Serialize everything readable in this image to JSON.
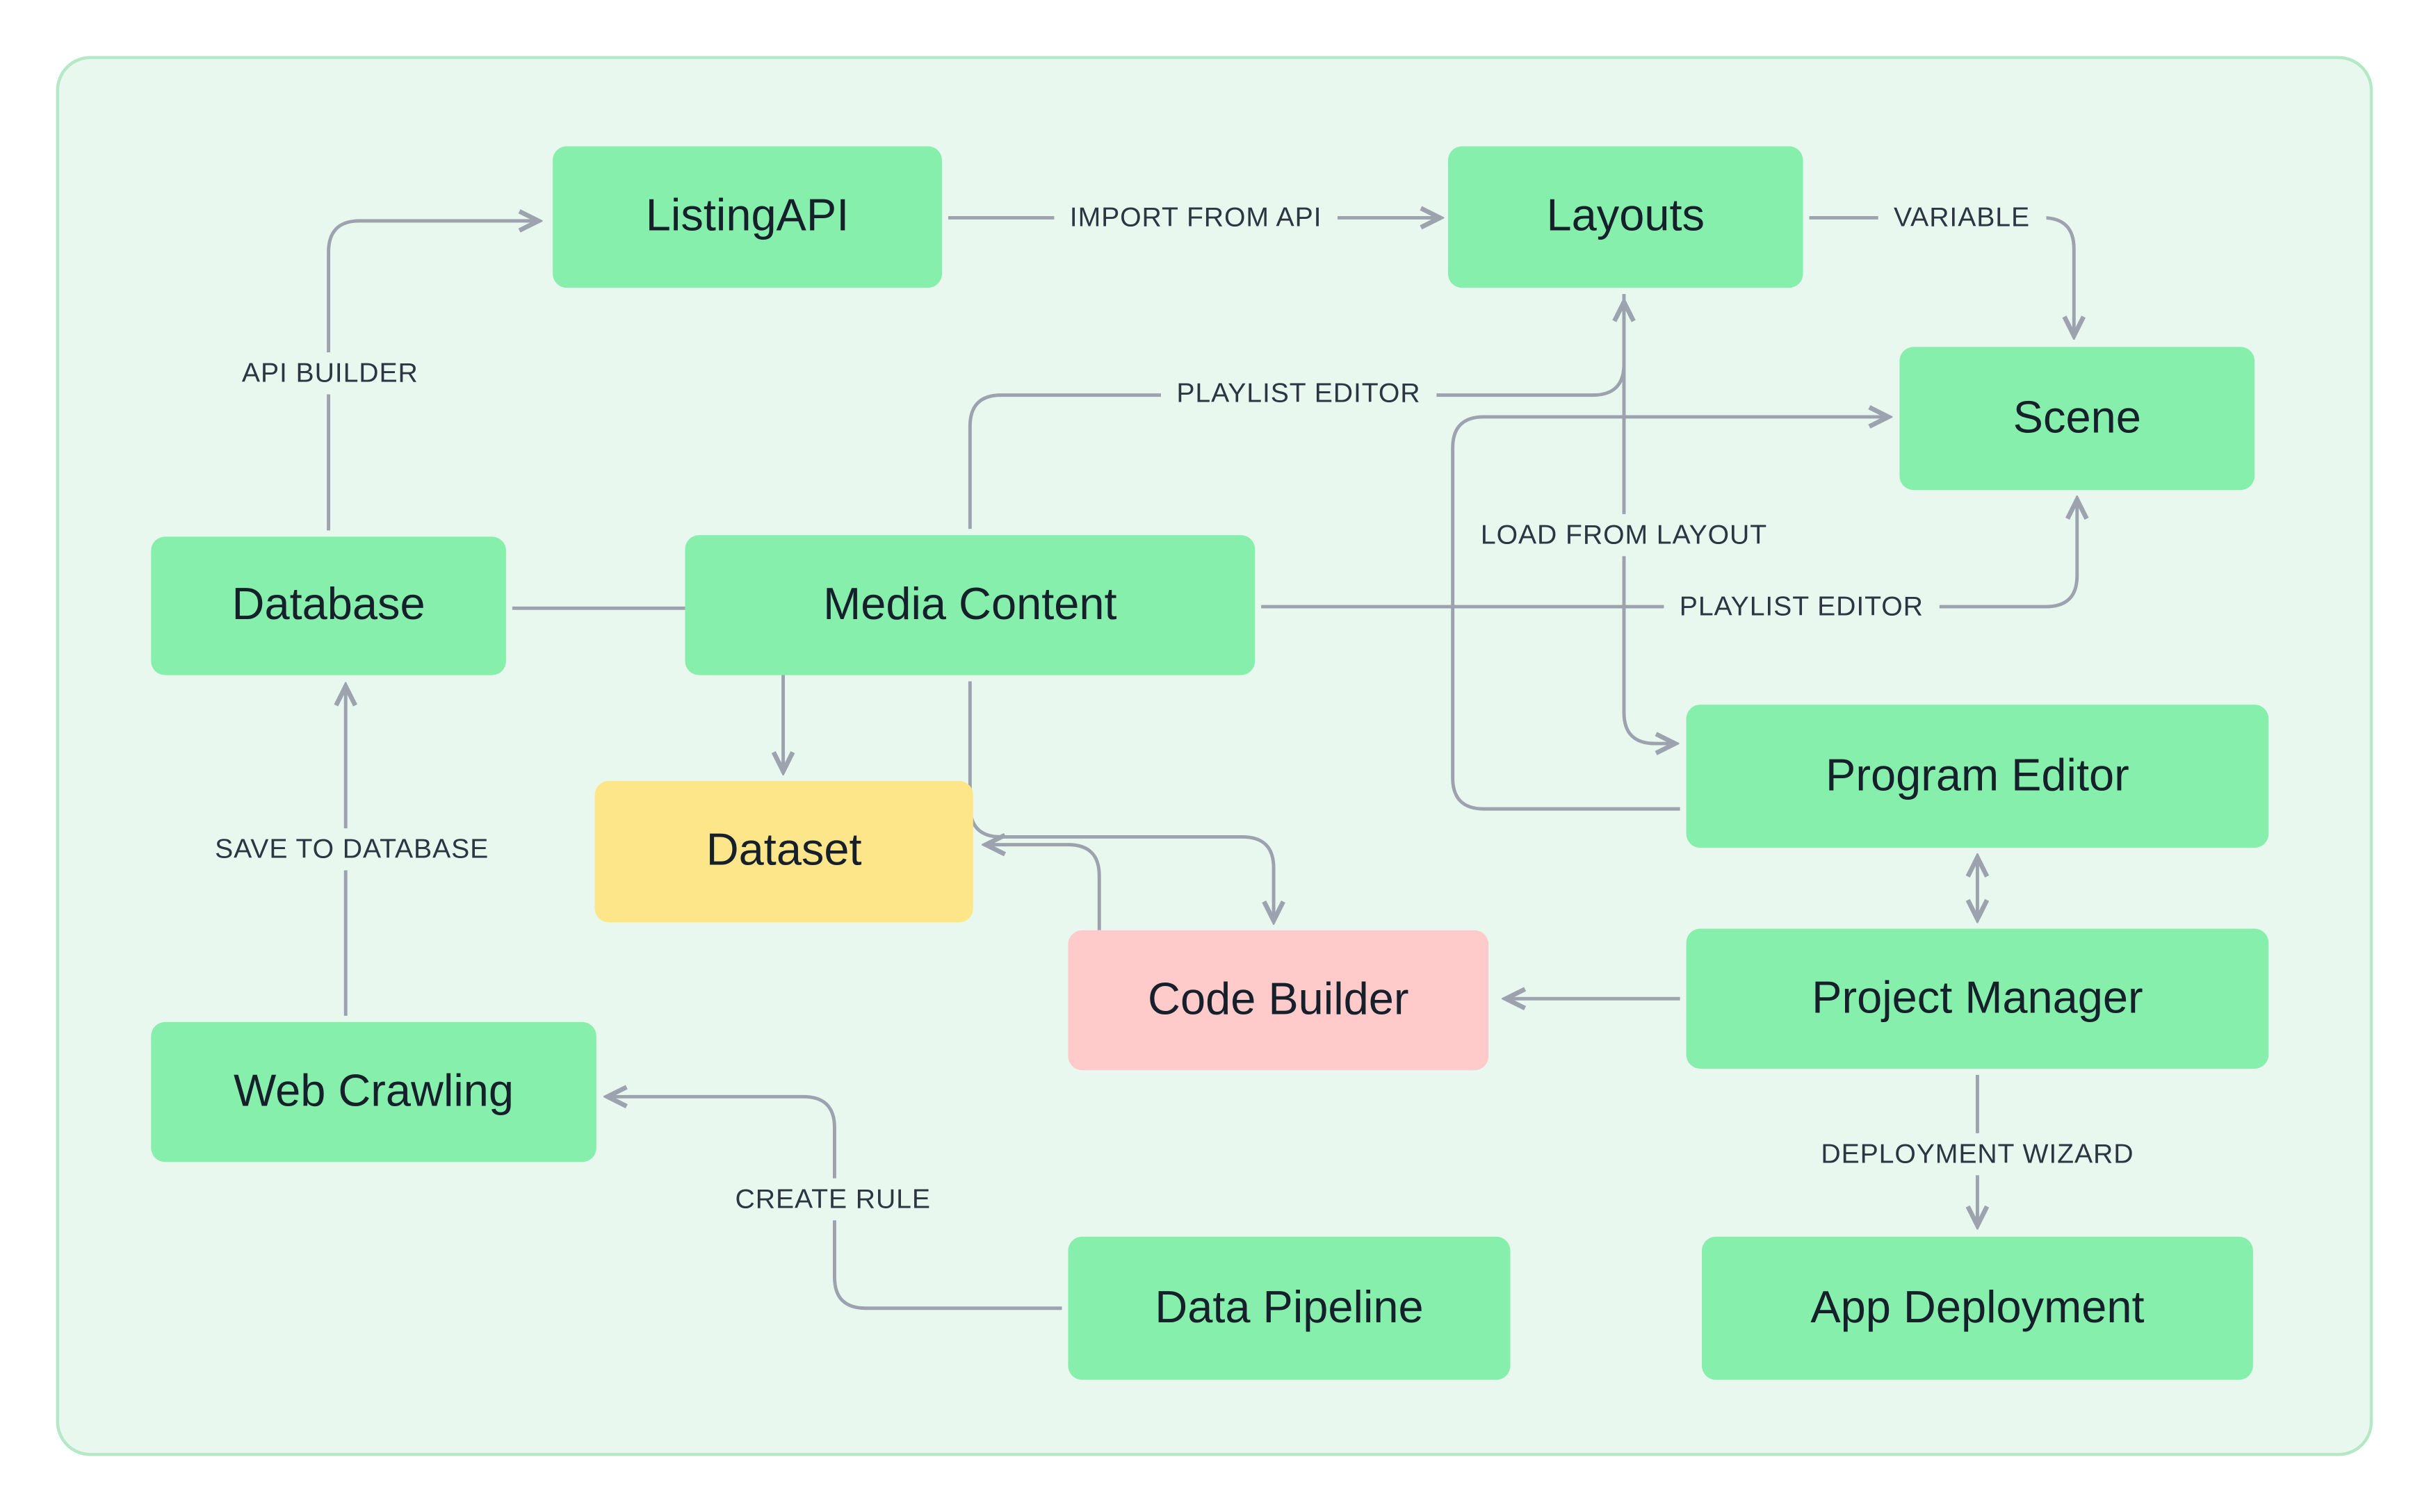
{
  "diagram": {
    "nodes": {
      "listing_api": {
        "label": "ListingAPI",
        "color": "green"
      },
      "layouts": {
        "label": "Layouts",
        "color": "green"
      },
      "scene": {
        "label": "Scene",
        "color": "green"
      },
      "database": {
        "label": "Database",
        "color": "green"
      },
      "media_content": {
        "label": "Media Content",
        "color": "green"
      },
      "dataset": {
        "label": "Dataset",
        "color": "yellow"
      },
      "program_editor": {
        "label": "Program Editor",
        "color": "green"
      },
      "code_builder": {
        "label": "Code Builder",
        "color": "pink"
      },
      "project_manager": {
        "label": "Project Manager",
        "color": "green"
      },
      "web_crawling": {
        "label": "Web Crawling",
        "color": "green"
      },
      "data_pipeline": {
        "label": "Data Pipeline",
        "color": "green"
      },
      "app_deployment": {
        "label": "App Deployment",
        "color": "green"
      }
    },
    "edge_labels": {
      "api_builder": "API BUILDER",
      "import_from_api": "IMPORT FROM API",
      "variable": "VARIABLE",
      "playlist_editor_top": "PLAYLIST EDITOR",
      "load_from_layout": "LOAD FROM LAYOUT",
      "playlist_editor_right": "PLAYLIST EDITOR",
      "save_to_database": "SAVE TO DATABASE",
      "create_rule": "CREATE RULE",
      "deployment_wizard": "DEPLOYMENT WIZARD"
    },
    "edges": [
      {
        "from": "database",
        "to": "listing_api",
        "label": "API BUILDER"
      },
      {
        "from": "listing_api",
        "to": "layouts",
        "label": "IMPORT FROM API"
      },
      {
        "from": "layouts",
        "to": "scene",
        "label": "VARIABLE"
      },
      {
        "from": "media_content",
        "to": "layouts",
        "label": "PLAYLIST EDITOR"
      },
      {
        "from": "media_content",
        "to": "scene",
        "label": "PLAYLIST EDITOR"
      },
      {
        "from": "layouts",
        "to": "program_editor",
        "label": "LOAD FROM LAYOUT"
      },
      {
        "from": "database",
        "to": "dataset",
        "label": ""
      },
      {
        "from": "program_editor",
        "to": "scene",
        "label": ""
      },
      {
        "from": "media_content",
        "to": "code_builder",
        "label": ""
      },
      {
        "from": "code_builder",
        "to": "dataset",
        "label": ""
      },
      {
        "from": "project_manager",
        "to": "code_builder",
        "label": ""
      },
      {
        "from": "program_editor",
        "to": "project_manager",
        "label": "",
        "bidirectional": true
      },
      {
        "from": "project_manager",
        "to": "app_deployment",
        "label": "DEPLOYMENT WIZARD"
      },
      {
        "from": "web_crawling",
        "to": "database",
        "label": "SAVE TO DATABASE"
      },
      {
        "from": "data_pipeline",
        "to": "web_crawling",
        "label": "CREATE RULE"
      }
    ],
    "colors": {
      "green": "#86efac",
      "yellow": "#fde68a",
      "pink": "#fecaca",
      "panel_bg": "#e9f8ef",
      "panel_border": "#b5e8c6",
      "line": "#9ca3af"
    }
  }
}
